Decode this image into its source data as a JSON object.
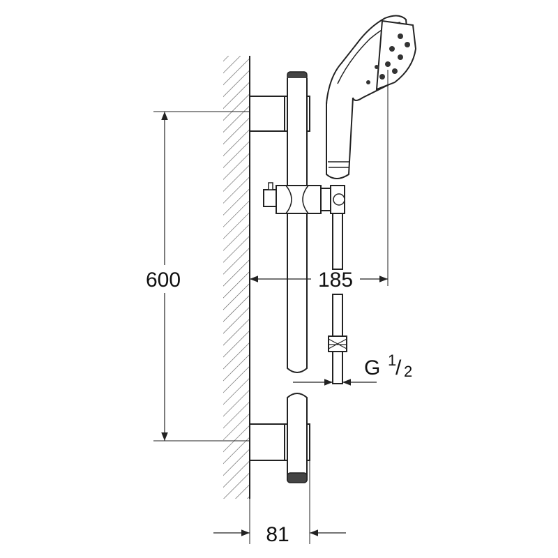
{
  "dimensions": {
    "height": "600",
    "projection": "185",
    "wall_offset": "81",
    "thread": {
      "prefix": "G",
      "numerator": "1",
      "denominator": "2"
    }
  },
  "colors": {
    "line": "#222222",
    "hatch": "#555555",
    "fill": "#ffffff",
    "dark_fill": "#444444"
  },
  "icons": {
    "wall": "hatched-wall",
    "rail": "slide-rail",
    "handshower": "handshower-icon",
    "hose": "shower-hose"
  }
}
